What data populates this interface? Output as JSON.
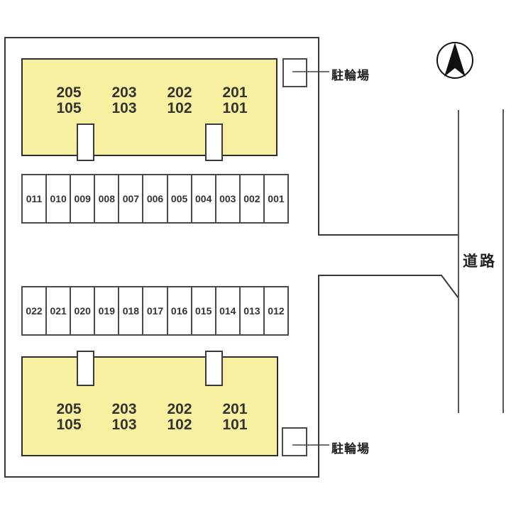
{
  "site_plan": {
    "buildings": [
      {
        "id": "building-north",
        "units": [
          [
            "205",
            "105"
          ],
          [
            "203",
            "103"
          ],
          [
            "202",
            "102"
          ],
          [
            "201",
            "101"
          ]
        ]
      },
      {
        "id": "building-south",
        "units": [
          [
            "205",
            "105"
          ],
          [
            "203",
            "103"
          ],
          [
            "202",
            "102"
          ],
          [
            "201",
            "101"
          ]
        ]
      }
    ],
    "parking_rows": [
      {
        "id": "parking-row-north",
        "spaces": [
          "011",
          "010",
          "009",
          "008",
          "007",
          "006",
          "005",
          "004",
          "003",
          "002",
          "001"
        ]
      },
      {
        "id": "parking-row-south",
        "spaces": [
          "022",
          "021",
          "020",
          "019",
          "018",
          "017",
          "016",
          "015",
          "014",
          "013",
          "012"
        ]
      }
    ],
    "labels": {
      "bicycle_parking": "駐輪場",
      "road": "道路"
    },
    "icons": {
      "compass": "north-arrow"
    },
    "colors": {
      "building_fill": "#F7F0A0",
      "line": "#3a3a3a",
      "text": "#2b2b2b"
    }
  }
}
